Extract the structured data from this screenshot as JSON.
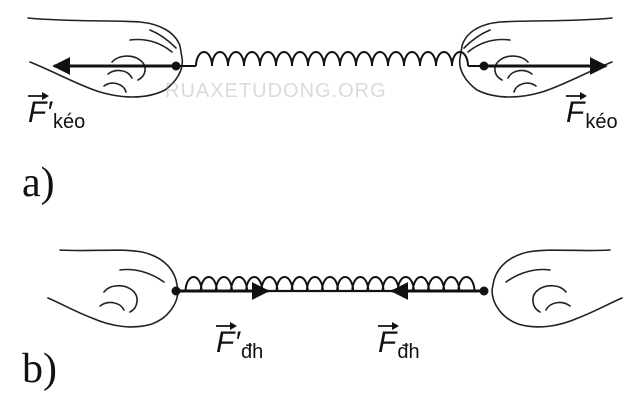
{
  "watermark": "RUAXETUDONG.ORG",
  "panel_a": {
    "label": "a)",
    "left_force": {
      "letter": "F",
      "prime": "′",
      "subscript": "kéo"
    },
    "right_force": {
      "letter": "F",
      "prime": "",
      "subscript": "kéo"
    }
  },
  "panel_b": {
    "label": "b)",
    "left_force": {
      "letter": "F",
      "prime": "′",
      "subscript": "đh"
    },
    "right_force": {
      "letter": "F",
      "prime": "",
      "subscript": "đh"
    }
  }
}
